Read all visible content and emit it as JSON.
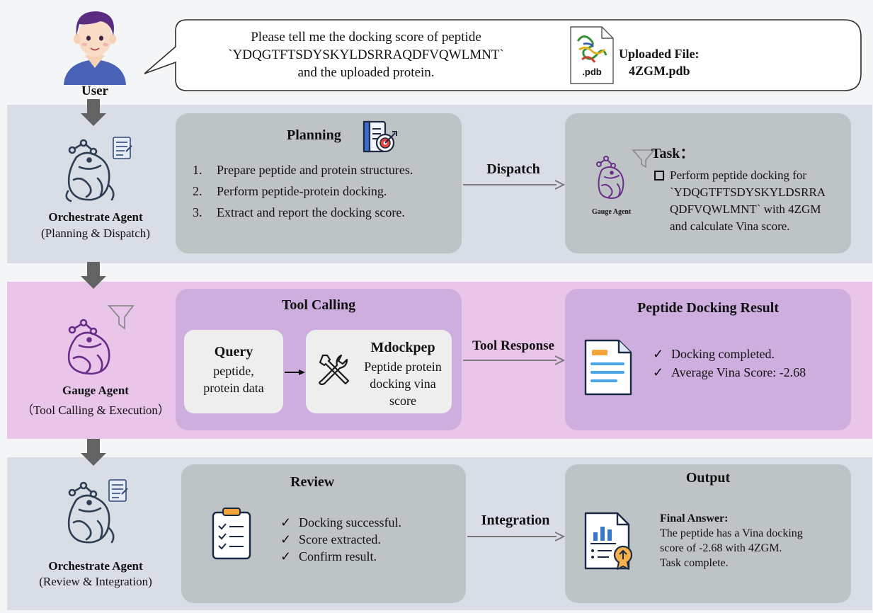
{
  "user": {
    "label": "User",
    "message_lines": [
      "Please tell me the docking score of peptide",
      "`YDQGTFTSDYSKYLDSRRAQDFVQWLMNT`",
      "and the uploaded protein."
    ],
    "file_ext": ".pdb",
    "uploaded_label": "Uploaded File:",
    "uploaded_name": "4ZGM.pdb"
  },
  "row1": {
    "agent_name": "Orchestrate Agent",
    "agent_role": "(Planning & Dispatch)",
    "planning_title": "Planning",
    "steps": [
      "Prepare peptide and protein structures.",
      "Perform peptide-protein docking.",
      "Extract and report the docking score."
    ],
    "step_numbers": [
      "1.",
      "2.",
      "3."
    ],
    "arrow_label": "Dispatch",
    "task_title": "Task：",
    "mini_agent_label": "Gauge Agent",
    "task_lines": [
      "Perform peptide docking for",
      "`YDQGTFTSDYSKYLDSRRA",
      "QDFVQWLMNT` with 4ZGM",
      "and calculate Vina score."
    ]
  },
  "row2": {
    "agent_name": "Gauge Agent",
    "agent_role": "（Tool Calling & Execution）",
    "tool_title": "Tool Calling",
    "query_title": "Query",
    "query_lines": [
      "peptide,",
      "protein data"
    ],
    "tool_name": "Mdockpep",
    "tool_lines": [
      "Peptide protein",
      "docking vina",
      "score"
    ],
    "arrow_label": "Tool Response",
    "result_title": "Peptide Docking Result",
    "result_items": [
      "Docking completed.",
      "Average Vina Score: -2.68"
    ]
  },
  "row3": {
    "agent_name": "Orchestrate Agent",
    "agent_role": "(Review & Integration)",
    "review_title": "Review",
    "review_items": [
      "Docking successful.",
      "Score extracted.",
      "Confirm result."
    ],
    "arrow_label": "Integration",
    "output_title": "Output",
    "final_label": "Final Answer:",
    "final_lines": [
      "The peptide has a Vina docking",
      "score of -2.68 with 4ZGM.",
      "Task complete."
    ]
  },
  "check_glyph": "✓",
  "colors": {
    "band_gray": "#d9dee6",
    "band_pink": "#e9c6e9",
    "panel_gray": "#bec4c6",
    "panel_purple": "#ceaede",
    "inner_light": "#eeeeee",
    "agent_outline": "#2f3e55"
  }
}
